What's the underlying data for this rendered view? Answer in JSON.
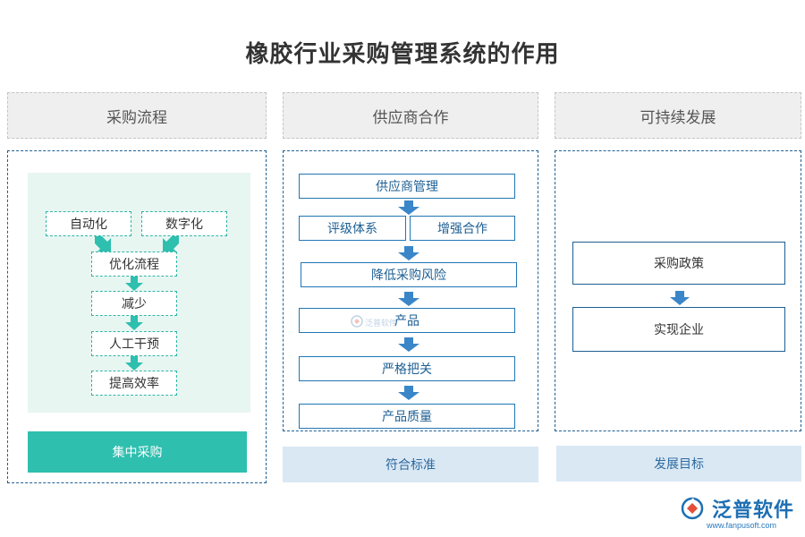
{
  "title": "橡胶行业采购管理系统的作用",
  "columns": {
    "left": {
      "header": "采购流程",
      "top_boxes": [
        "自动化",
        "数字化"
      ],
      "flow": [
        "优化流程",
        "减少",
        "人工干预",
        "提高效率"
      ],
      "footer": "集中采购"
    },
    "middle": {
      "header": "供应商合作",
      "top": "供应商管理",
      "pair": [
        "评级体系",
        "增强合作"
      ],
      "flow": [
        "降低采购风险",
        "产品",
        "严格把关",
        "产品质量"
      ],
      "footer": "符合标准"
    },
    "right": {
      "header": "可持续发展",
      "flow": [
        "采购政策",
        "实现企业"
      ],
      "footer": "发展目标"
    }
  },
  "watermark": "泛普软件",
  "logo": {
    "brand": "泛普软件",
    "url": "www.fanpusoft.com"
  },
  "colors": {
    "teal": "#2ebfaf",
    "blue_border": "#2176b6",
    "arrow_blue": "#3a86c8",
    "light_green": "#e8f6f1",
    "light_blue": "#dae8f4"
  }
}
